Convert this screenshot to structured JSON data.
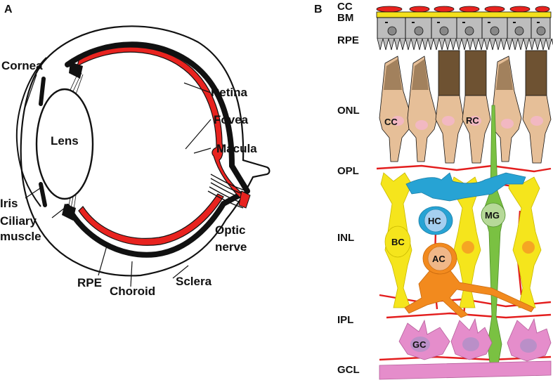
{
  "panel_a": {
    "letter": "A",
    "labels": {
      "cornea": "Cornea",
      "lens": "Lens",
      "iris": "Iris",
      "ciliary_1": "Ciliary",
      "ciliary_2": "muscle",
      "retina": "Retina",
      "fovea": "Fovea",
      "macula": "Macula",
      "optic_1": "Optic",
      "optic_2": "nerve",
      "rpe": "RPE",
      "choroid": "Choroid",
      "sclera": "Sclera"
    }
  },
  "panel_b": {
    "letter": "B",
    "layers": {
      "cc": "CC",
      "bm": "BM",
      "rpe": "RPE",
      "onl": "ONL",
      "opl": "OPL",
      "inl": "INL",
      "ipl": "IPL",
      "gcl": "GCL"
    },
    "cells": {
      "cone": "CC",
      "rod": "RC",
      "horizontal": "HC",
      "muller": "MG",
      "bipolar": "BC",
      "amacrine": "AC",
      "ganglion": "GC"
    }
  },
  "colors": {
    "retina_red": "#e8231f",
    "bm_yellow": "#f4e01c",
    "rpe_gray": "#bdbdbd",
    "photoreceptor_tan": "#e6bf98",
    "bipolar_yellow": "#f5e51c",
    "horizontal_blue": "#27a3d4",
    "muller_green": "#7ac142",
    "amacrine_orange": "#f28a1e",
    "ganglion_pink": "#e58dcb",
    "vessel_red": "#e31d1d"
  }
}
